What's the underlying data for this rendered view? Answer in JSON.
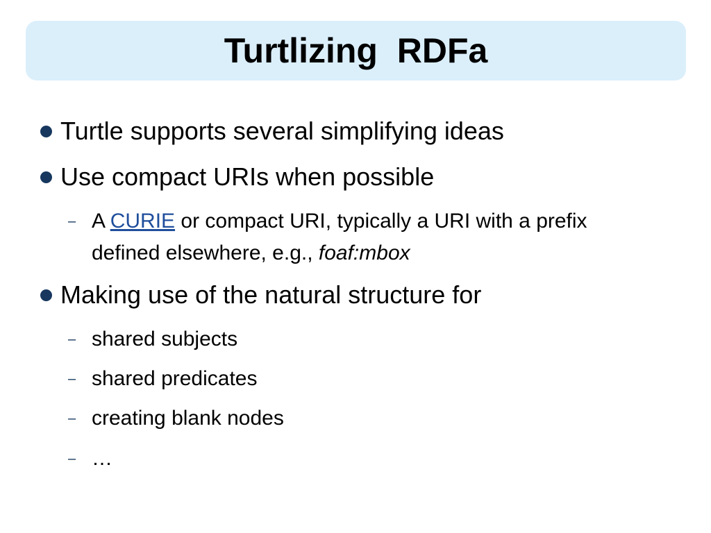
{
  "slide": {
    "title": "Turtlizing  RDFa",
    "colors": {
      "banner_bg": "#dbeffb",
      "bullet_dot": "#17375e",
      "link": "#1f4e9c"
    },
    "bullets": [
      {
        "text": "Turtle supports several simplifying ideas"
      },
      {
        "text": "Use compact URIs when possible"
      },
      {
        "text": "Making use of the natural structure for"
      }
    ],
    "curie_item": {
      "dash": "–",
      "prefix": "A ",
      "link_text": "CURIE",
      "middle": " or compact URI, typically a URI with a prefix defined elsewhere, e.g., ",
      "example": "foaf:mbox"
    },
    "structure_items": [
      {
        "dash": "–",
        "text": "shared subjects"
      },
      {
        "dash": "–",
        "text": "shared predicates"
      },
      {
        "dash": "–",
        "text": "creating blank nodes"
      },
      {
        "dash": "–",
        "text": "…"
      }
    ]
  }
}
